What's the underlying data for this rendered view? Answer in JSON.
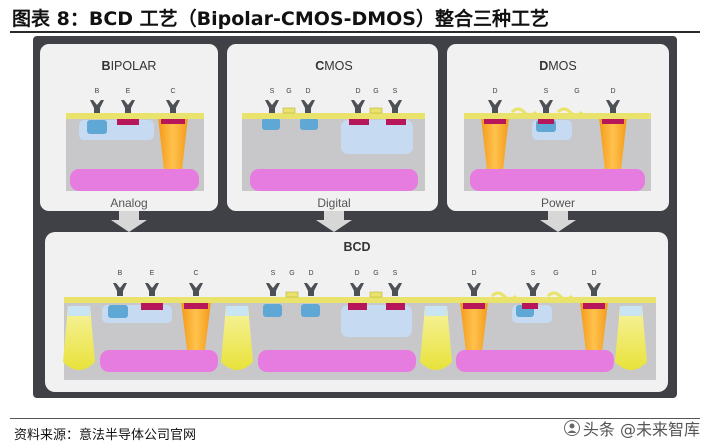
{
  "header": {
    "title": "图表 8：BCD 工艺（Bipolar-CMOS-DMOS）整合三种工艺"
  },
  "panels": {
    "bipolar": {
      "first": "B",
      "rest": "IPOLAR",
      "terminals": [
        "B",
        "E",
        "C"
      ],
      "caption": "Analog"
    },
    "cmos": {
      "first": "C",
      "rest": "MOS",
      "terminals": [
        "S",
        "G",
        "D",
        "D",
        "G",
        "S"
      ],
      "caption": "Digital"
    },
    "dmos": {
      "first": "D",
      "rest": "MOS",
      "terminals": [
        "D",
        "S",
        "G",
        "D"
      ],
      "caption": "Power"
    },
    "bcd": {
      "title": "BCD",
      "terminals": [
        "B",
        "E",
        "C",
        "S",
        "G",
        "D",
        "D",
        "G",
        "S",
        "D",
        "S",
        "G",
        "D"
      ]
    }
  },
  "footer": {
    "source": "资料来源：意法半导体公司官网",
    "watermark_text": "头条 @未来智库"
  },
  "colors": {
    "frame": "#3f4147",
    "panel": "#f1f1f1",
    "oxide": "#e9e36b",
    "substrate": "#c8c8ca",
    "implant": "#e77ce0",
    "well": "#c6daf2",
    "n_region": "#5fa8d6",
    "p_region": "#b7165a",
    "trench": "#f6ad2a",
    "contact": "#4d5055",
    "column": "#ece535"
  },
  "icons": {
    "watermark": "person-avatar-icon",
    "arrows": "down-arrow-icon"
  }
}
